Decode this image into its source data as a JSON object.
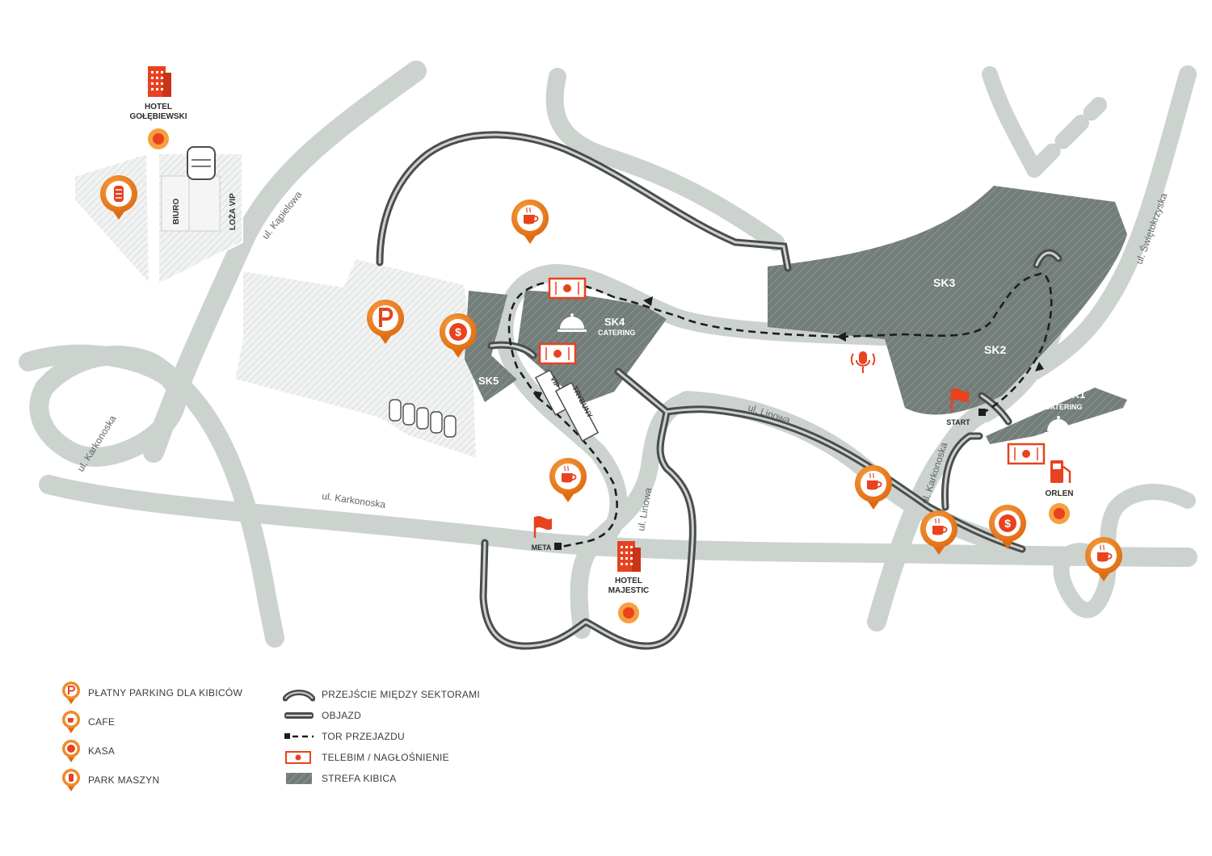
{
  "colors": {
    "road": "#ccd3cf",
    "sector": "#737d79",
    "pin": "#ef7d1a",
    "accent": "#e8421f",
    "dark": "#4a4d4c"
  },
  "places": {
    "hotel_golebiewski": [
      "HOTEL",
      "GOŁĘBIEWSKI"
    ],
    "hotel_majestic": [
      "HOTEL",
      "MAJESTIC"
    ],
    "biuro": "BIURO",
    "loza_vip": "LOŻA VIP",
    "orlen": "ORLEN",
    "start": "START",
    "meta": "META",
    "vip": "VIP",
    "trybuny": "TRYBUNY"
  },
  "sectors": {
    "sk1": "SK1",
    "sk1_sub": "CATERING",
    "sk2": "SK2",
    "sk3": "SK3",
    "sk4": "SK4",
    "sk4_sub": "CATERING",
    "sk5": "SK5"
  },
  "streets": {
    "kapielowa": "ul. Kąpielowa",
    "karkonoska_left": "ul. Karkonoska",
    "karkonoska_mid": "ul. Karkonoska",
    "karkonoska_right": "ul. Karkonoska",
    "linowa_1": "ul. Linowa",
    "linowa_2": "ul. Linowa",
    "swietokrzyska": "ul. Świętokrzyska"
  },
  "pins": [
    {
      "type": "park-maszyn",
      "icon": "tire-icon"
    },
    {
      "type": "cafe",
      "icon": "cup-icon"
    },
    {
      "type": "parking",
      "icon": "parking-icon"
    },
    {
      "type": "kasa",
      "icon": "dollar-icon"
    },
    {
      "type": "cafe",
      "icon": "cup-icon"
    },
    {
      "type": "cafe",
      "icon": "cup-icon"
    },
    {
      "type": "cafe",
      "icon": "cup-icon"
    },
    {
      "type": "kasa",
      "icon": "dollar-icon"
    },
    {
      "type": "cafe",
      "icon": "cup-icon"
    }
  ],
  "legend": {
    "parking": "PŁATNY PARKING DLA KIBICÓW",
    "cafe": "CAFE",
    "kasa": "KASA",
    "park_maszyn": "PARK MASZYN",
    "przejscie": "PRZEJŚCIE MIĘDZY SEKTORAMI",
    "objazd": "OBJAZD",
    "tor": "TOR PRZEJAZDU",
    "telebim": "TELEBIM / NAGŁOŚNIENIE",
    "strefa": "STREFA KIBICA"
  }
}
